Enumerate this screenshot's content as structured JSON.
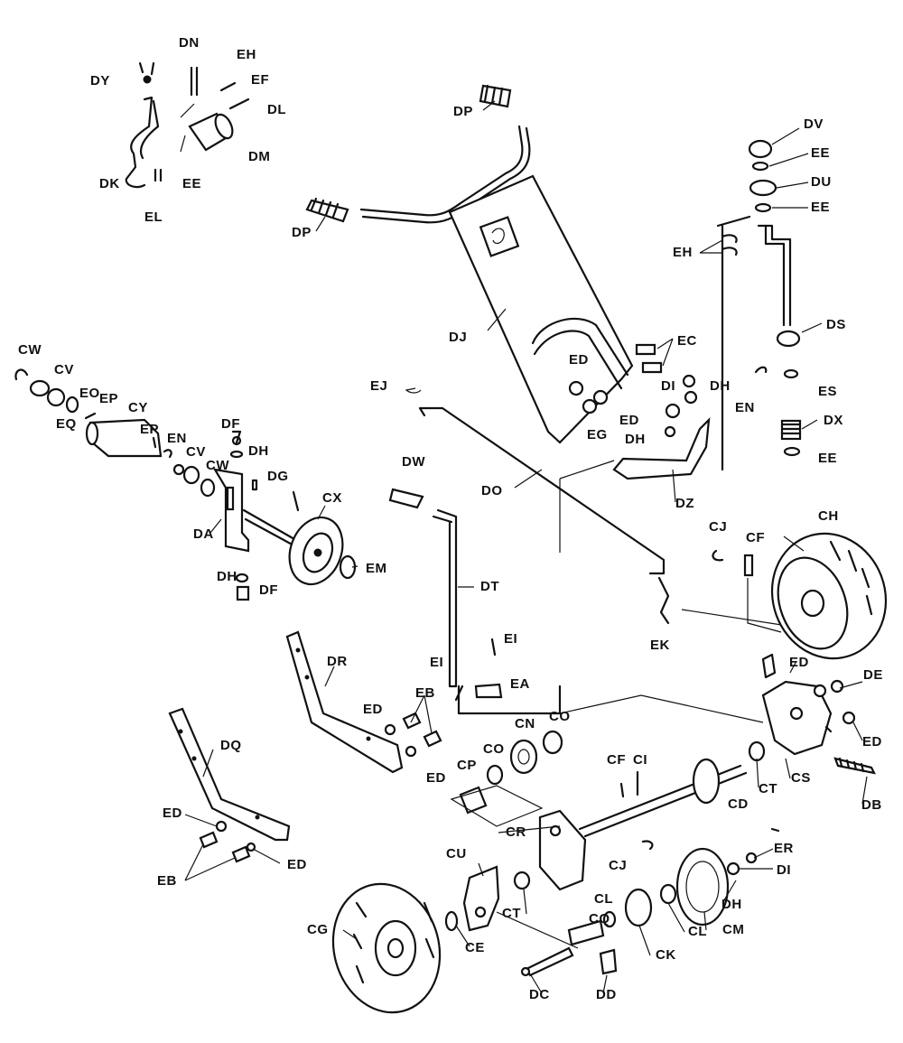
{
  "labels": {
    "DN": "DN",
    "EH": "EH",
    "EF": "EF",
    "DY": "DY",
    "DL": "DL",
    "DM": "DM",
    "DK": "DK",
    "EE": "EE",
    "EL": "EL",
    "DP": "DP",
    "DJ": "DJ",
    "DV": "DV",
    "DU": "DU",
    "DS": "DS",
    "EC": "EC",
    "ED": "ED",
    "DI": "DI",
    "DH": "DH",
    "EG": "EG",
    "EJ": "EJ",
    "EN": "EN",
    "ES": "ES",
    "DX": "DX",
    "DZ": "DZ",
    "DO": "DO",
    "CW": "CW",
    "CV": "CV",
    "EO": "EO",
    "EP": "EP",
    "CY": "CY",
    "EQ": "EQ",
    "DF": "DF",
    "DG": "DG",
    "DA": "DA",
    "CX": "CX",
    "EM": "EM",
    "DW": "DW",
    "DT": "DT",
    "CJ": "CJ",
    "CF": "CF",
    "CH": "CH",
    "EK": "EK",
    "EI": "EI",
    "EA": "EA",
    "DR": "DR",
    "EB": "EB",
    "CN": "CN",
    "CO": "CO",
    "DE": "DE",
    "DQ": "DQ",
    "CP": "CP",
    "CI": "CI",
    "CD": "CD",
    "CT": "CT",
    "CS": "CS",
    "DB": "DB",
    "CR": "CR",
    "CU": "CU",
    "ER": "ER",
    "CG": "CG",
    "CE": "CE",
    "CQ": "CQ",
    "CL": "CL",
    "CM": "CM",
    "CK": "CK",
    "DC": "DC",
    "DD": "DD"
  }
}
